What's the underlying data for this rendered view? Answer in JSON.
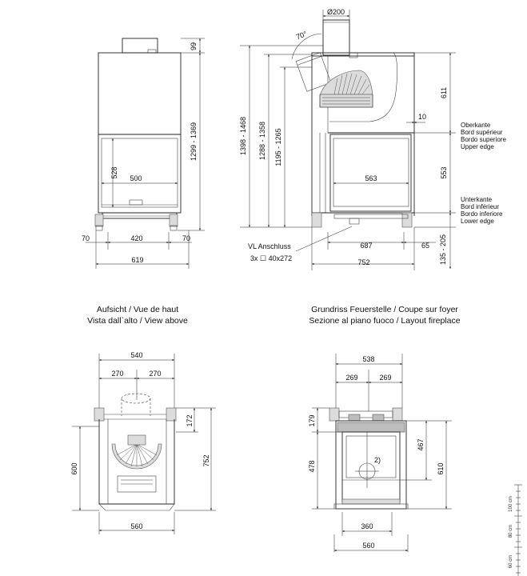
{
  "front_view": {
    "dims": {
      "top_height": "99",
      "total_height": "1299 - 1369",
      "glass_height": "528",
      "glass_width": "500",
      "side_left": "70",
      "base_width": "420",
      "side_right": "70",
      "total_width": "619"
    }
  },
  "side_view": {
    "dims": {
      "flue_diameter": "Ø200",
      "angle": "70°",
      "h1": "1398 - 1468",
      "h2": "1288 - 1358",
      "h3": "1195 - 1265",
      "upper_section": "611",
      "offset": "10",
      "glass_height": "553",
      "glass_width": "563",
      "width_687": "687",
      "width_65": "65",
      "bottom_height": "135 - 205",
      "total_width": "752"
    },
    "vl_label": "VL Anschluss",
    "vl_spec": "3x ☐ 40x272",
    "upper_edge_labels": [
      "Oberkante",
      "Bord supérieur",
      "Bordo superiore",
      "Upper edge"
    ],
    "lower_edge_labels": [
      "Unterkante",
      "Bord inférieur",
      "Bordo inferiore",
      "Lower edge"
    ]
  },
  "top_view": {
    "title_line1": "Aufsicht / Vue de haut",
    "title_line2": "Vista dall`alto / View above",
    "dims": {
      "total_width": "540",
      "half_left": "270",
      "half_right": "270",
      "small_depth": "172",
      "depth_600": "600",
      "depth_752": "752",
      "bottom_width": "560"
    }
  },
  "layout_view": {
    "title_line1": "Grundriss Feuerstelle / Coupe sur foyer",
    "title_line2": "Sezione al piano fuoco / Layout fireplace",
    "dims": {
      "total_width": "538",
      "half_left": "269",
      "half_right": "269",
      "d179": "179",
      "d478": "478",
      "d467": "467",
      "d610": "610",
      "inner_width": "360",
      "bottom_width": "560",
      "marker": "2)"
    }
  },
  "scale_bar": {
    "labels": [
      "100 cm",
      "80 cm",
      "60 cm"
    ]
  }
}
